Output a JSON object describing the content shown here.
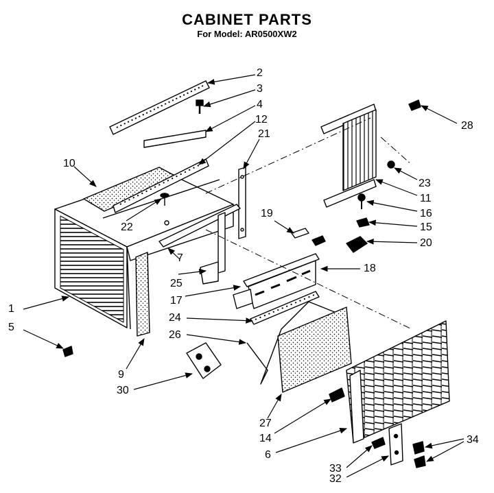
{
  "header": {
    "title": "CABINET PARTS",
    "subtitle": "For Model: AR0500XW2"
  },
  "callouts": [
    {
      "id": "c2",
      "label": "2"
    },
    {
      "id": "c3",
      "label": "3"
    },
    {
      "id": "c4",
      "label": "4"
    },
    {
      "id": "c12",
      "label": "12"
    },
    {
      "id": "c21",
      "label": "21"
    },
    {
      "id": "c10",
      "label": "10"
    },
    {
      "id": "c28",
      "label": "28"
    },
    {
      "id": "c23",
      "label": "23"
    },
    {
      "id": "c11",
      "label": "11"
    },
    {
      "id": "c16",
      "label": "16"
    },
    {
      "id": "c15",
      "label": "15"
    },
    {
      "id": "c20",
      "label": "20"
    },
    {
      "id": "c19",
      "label": "19"
    },
    {
      "id": "c18",
      "label": "18"
    },
    {
      "id": "c22",
      "label": "22"
    },
    {
      "id": "c7",
      "label": "7"
    },
    {
      "id": "c25",
      "label": "25"
    },
    {
      "id": "c17",
      "label": "17"
    },
    {
      "id": "c1",
      "label": "1"
    },
    {
      "id": "c5",
      "label": "5"
    },
    {
      "id": "c24",
      "label": "24"
    },
    {
      "id": "c26",
      "label": "26"
    },
    {
      "id": "c9",
      "label": "9"
    },
    {
      "id": "c30",
      "label": "30"
    },
    {
      "id": "c27",
      "label": "27"
    },
    {
      "id": "c14",
      "label": "14"
    },
    {
      "id": "c6",
      "label": "6"
    },
    {
      "id": "c34",
      "label": "34"
    },
    {
      "id": "c33",
      "label": "33"
    },
    {
      "id": "c32",
      "label": "32"
    }
  ]
}
